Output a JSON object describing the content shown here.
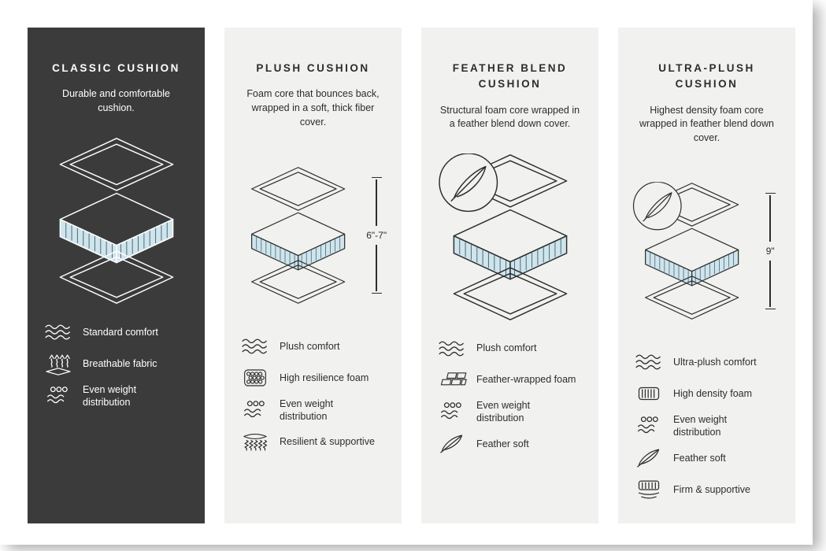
{
  "colors": {
    "card_dark": "#3b3b3b",
    "card_light": "#f1f1ef",
    "foam_fill": "#cfe4ec",
    "hatch": "#4f6d78",
    "line_dark": "#2d2d2d",
    "line_light": "#ffffff"
  },
  "cards": [
    {
      "id": "classic",
      "title": "CLASSIC CUSHION",
      "description": "Durable and comfortable cushion.",
      "features": [
        {
          "icon": "wave-icon",
          "label": "Standard comfort"
        },
        {
          "icon": "breathable-icon",
          "label": "Breathable fabric"
        },
        {
          "icon": "even-weight-icon",
          "label": "Even weight distribution"
        }
      ]
    },
    {
      "id": "plush",
      "title": "PLUSH CUSHION",
      "description": "Foam core that bounces back, wrapped in a soft, thick fiber cover.",
      "dimension": "6\"-7\"",
      "features": [
        {
          "icon": "wave-icon",
          "label": "Plush comfort"
        },
        {
          "icon": "honeycomb-icon",
          "label": "High resilience foam"
        },
        {
          "icon": "even-weight-icon",
          "label": "Even weight distribution"
        },
        {
          "icon": "spring-icon",
          "label": "Resilient & supportive"
        }
      ]
    },
    {
      "id": "feather-blend",
      "title": "FEATHER BLEND CUSHION",
      "description": "Structural foam core wrapped in a feather blend down cover.",
      "badge": "feather",
      "features": [
        {
          "icon": "wave-icon",
          "label": "Plush comfort"
        },
        {
          "icon": "feather-wrapped-foam-icon",
          "label": "Feather-wrapped foam"
        },
        {
          "icon": "even-weight-icon",
          "label": "Even weight distribution"
        },
        {
          "icon": "feather-icon",
          "label": "Feather soft"
        }
      ]
    },
    {
      "id": "ultra-plush",
      "title": "ULTRA-PLUSH CUSHION",
      "description": "Highest density foam core wrapped in feather blend down cover.",
      "badge": "feather",
      "dimension": "9\"",
      "features": [
        {
          "icon": "wave-icon",
          "label": "Ultra-plush comfort"
        },
        {
          "icon": "high-density-foam-icon",
          "label": "High density foam"
        },
        {
          "icon": "even-weight-icon",
          "label": "Even weight distribution"
        },
        {
          "icon": "feather-icon",
          "label": "Feather soft"
        },
        {
          "icon": "firm-icon",
          "label": "Firm & supportive"
        }
      ]
    }
  ]
}
